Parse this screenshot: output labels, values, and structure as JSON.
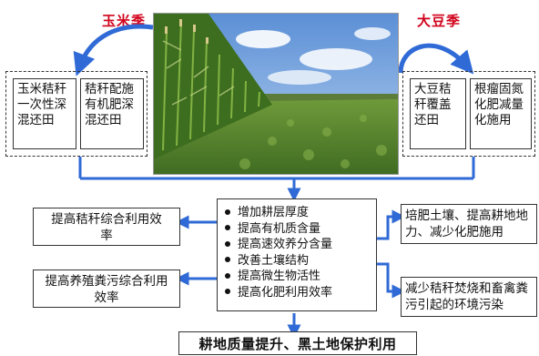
{
  "seasons": {
    "corn": "玉米季",
    "soybean": "大豆季"
  },
  "left_group": [
    {
      "text": "玉米秸秆一次性深混还田"
    },
    {
      "text": "秸秆配施有机肥深混还田"
    }
  ],
  "right_group": [
    {
      "text": "大豆秸秆覆盖还田"
    },
    {
      "text": "根瘤固氮化肥减量化施用"
    }
  ],
  "center_effects": [
    "增加耕层厚度",
    "提高有机质含量",
    "提高速效养分含量",
    "改善土壤结构",
    "提高微生物活性",
    "提高化肥利用效率"
  ],
  "side_benefits": {
    "left_top": "提高秸秆综合利用效率",
    "left_bottom": "提高养殖粪污综合利用效率",
    "right_top": "培肥土壤、提高耕地地力、减少化肥施用",
    "right_bottom": "减少秸秆焚烧和畜禽粪污引起的环境污染"
  },
  "final_outcome": "耕地质量提升、黑土地保护利用",
  "colors": {
    "arrow_blue": "#2f6ad6",
    "season_red": "#d0021b"
  }
}
